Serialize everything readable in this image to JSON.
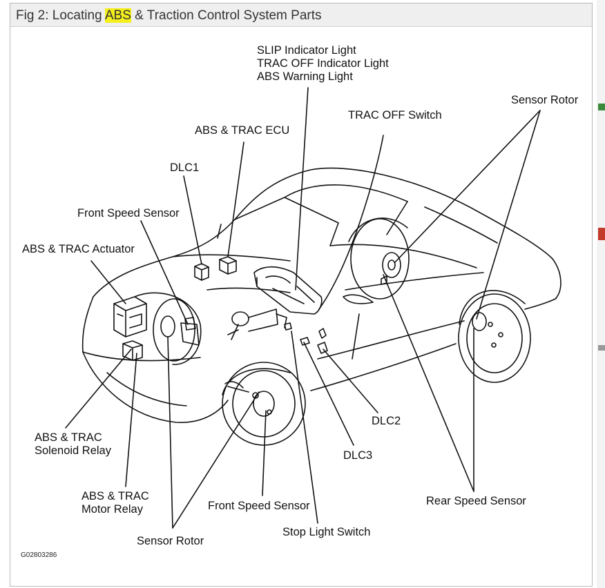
{
  "figure": {
    "title_prefix": "Fig 2: Locating ",
    "title_highlight": "ABS",
    "title_suffix": " & Traction Control System Parts",
    "highlight_color": "#f5ef1c",
    "figure_code": "G02803286"
  },
  "labels": {
    "slip_indicator": "SLIP Indicator Light",
    "trac_off_indicator": "TRAC OFF Indicator Light",
    "abs_warning": "ABS Warning Light",
    "sensor_rotor_rear": "Sensor Rotor",
    "trac_off_switch": "TRAC OFF Switch",
    "abs_trac_ecu": "ABS & TRAC ECU",
    "dlc1": "DLC1",
    "front_speed_sensor_top": "Front Speed Sensor",
    "abs_trac_actuator": "ABS & TRAC Actuator",
    "solenoid_relay_1": "ABS & TRAC",
    "solenoid_relay_2": "Solenoid Relay",
    "motor_relay_1": "ABS & TRAC",
    "motor_relay_2": "Motor Relay",
    "sensor_rotor_front": "Sensor Rotor",
    "front_speed_sensor_bottom": "Front Speed Sensor",
    "stop_light_switch": "Stop Light Switch",
    "dlc3": "DLC3",
    "dlc2": "DLC2",
    "rear_speed_sensor": "Rear Speed Sensor"
  }
}
